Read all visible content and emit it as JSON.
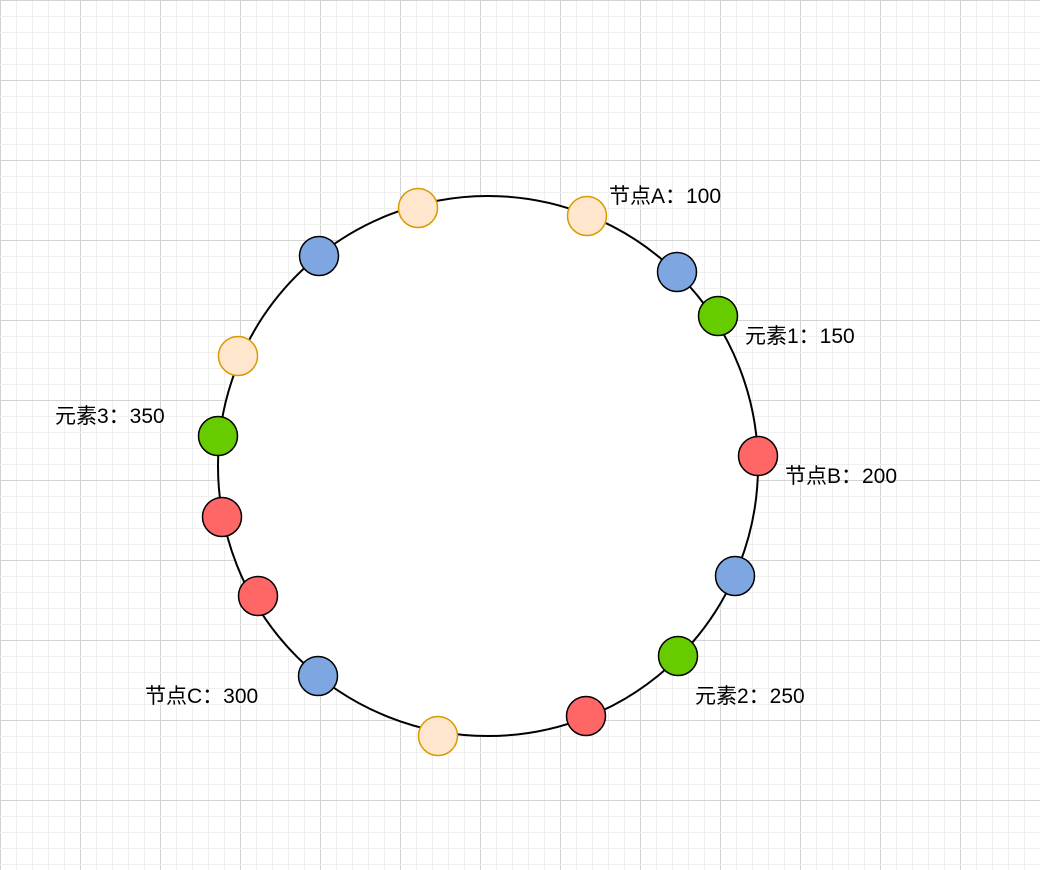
{
  "diagram": {
    "ring": {
      "fill": "#ffffff",
      "stroke": "#000000"
    },
    "node_styles": {
      "peach": {
        "fill": "#ffe6cc",
        "stroke": "#d79b00"
      },
      "blue": {
        "fill": "#7ea6e0",
        "stroke": "#000000"
      },
      "green": {
        "fill": "#66cc00",
        "stroke": "#000000"
      },
      "red": {
        "fill": "#ff6666",
        "stroke": "#000000"
      }
    },
    "grid": {
      "minor_color": "#efefef",
      "major_color": "#d3d3d3"
    },
    "labels": {
      "node_a": "节点A：100",
      "element_1": "元素1：150",
      "node_b": "节点B：200",
      "element_2": "元素2：250",
      "node_c": "节点C：300",
      "element_3": "元素3：350"
    }
  }
}
